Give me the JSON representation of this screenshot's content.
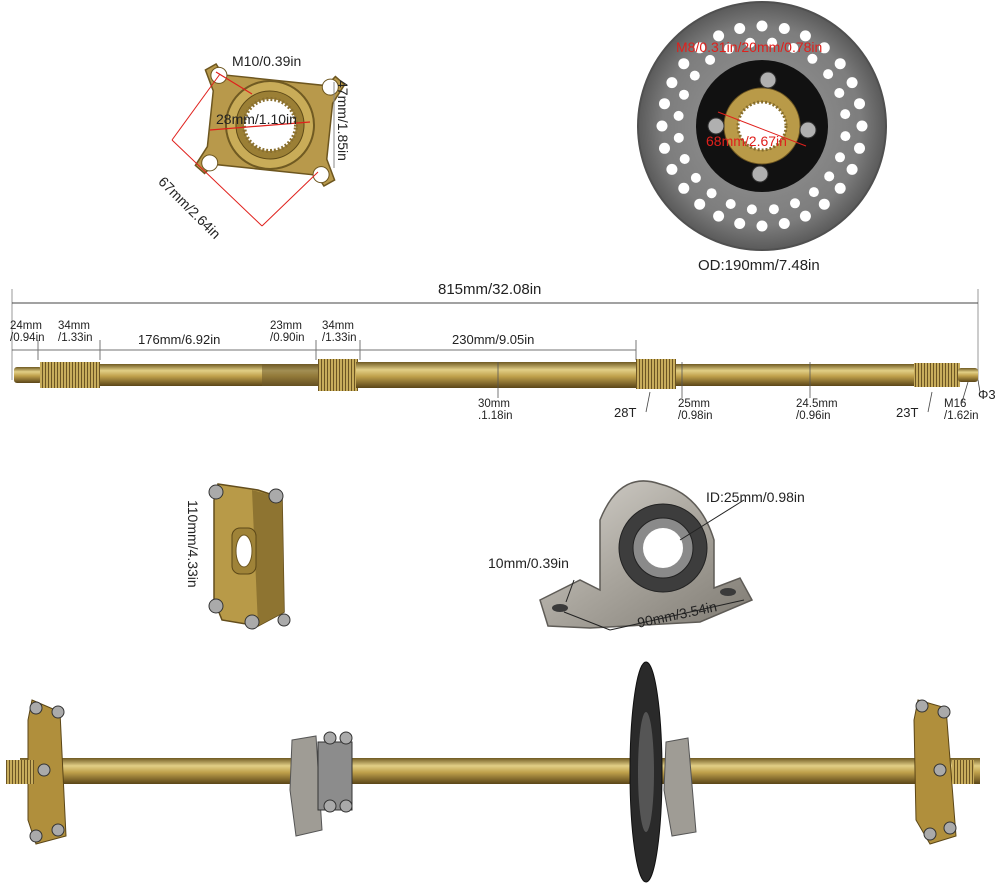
{
  "flange_small": {
    "bolt_label": "M10/0.39in",
    "bore_label": "28mm/1.10in",
    "height_label": "47mm/1.85in",
    "diagonal_label": "67mm/2.64in"
  },
  "brake_disc": {
    "bolt_label": "M8/0.31in/20mm/0.78in",
    "pcd_label": "68mm/2.67in",
    "diameter_label": "OD:190mm/7.48in"
  },
  "shaft": {
    "total_label": "815mm/32.08in",
    "top_dims": [
      {
        "l1": "24mm",
        "l2": "/0.94in"
      },
      {
        "l1": "34mm",
        "l2": "/1.33in"
      },
      {
        "l1": "176mm/6.92in",
        "l2": ""
      },
      {
        "l1": "23mm",
        "l2": "/0.90in"
      },
      {
        "l1": "34mm",
        "l2": "/1.33in"
      },
      {
        "l1": "230mm/9.05in",
        "l2": ""
      }
    ],
    "bottom_dims": [
      {
        "l1": "30mm",
        "l2": ".1.18in"
      },
      {
        "l1": "28T",
        "l2": ""
      },
      {
        "l1": "25mm",
        "l2": "/0.98in"
      },
      {
        "l1": "24.5mm",
        "l2": "/0.96in"
      },
      {
        "l1": "23T",
        "l2": ""
      },
      {
        "l1": "M16",
        "l2": "/1.62in"
      },
      {
        "l1": "Φ3",
        "l2": ""
      }
    ]
  },
  "hub_flange": {
    "height_label": "110mm/4.33in"
  },
  "pillow_block": {
    "id_label": "ID:25mm/0.98in",
    "hole_label": "10mm/0.39in",
    "length_label": "90mm/3.54in"
  },
  "colors": {
    "brass": "#b89a45",
    "steel_gray": "#8c8c8c",
    "dim_red": "#e0201c",
    "text": "#222222"
  }
}
